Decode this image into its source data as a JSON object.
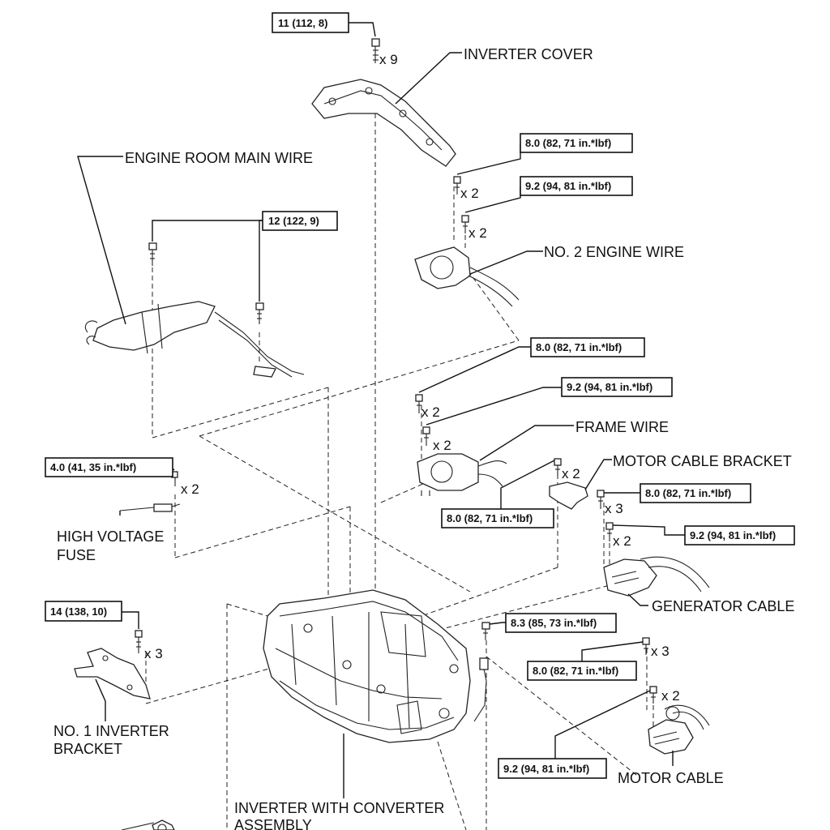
{
  "torque_specs": {
    "t1": "11 (112, 8)",
    "t2": "8.0 (82, 71 in.*lbf)",
    "t3": "9.2 (94, 81 in.*lbf)",
    "t4": "12 (122, 9)",
    "t5": "8.0 (82, 71 in.*lbf)",
    "t6": "9.2 (94, 81 in.*lbf)",
    "t7": "4.0 (41, 35 in.*lbf)",
    "t8": "8.0 (82, 71 in.*lbf)",
    "t9": "8.0 (82, 71 in.*lbf)",
    "t10": "9.2 (94, 81 in.*lbf)",
    "t11": "14 (138, 10)",
    "t12": "8.3 (85, 73 in.*lbf)",
    "t13": "8.0 (82, 71 in.*lbf)",
    "t14": "9.2 (94, 81 in.*lbf)"
  },
  "quantities": {
    "q1": "x 9",
    "q2": "x 2",
    "q3": "x 2",
    "q4": "x 2",
    "q5": "x 2",
    "q6": "x 2",
    "q7": "x 2",
    "q8": "x 3",
    "q9": "x 2",
    "q10": "x 3",
    "q11": "x 3",
    "q12": "x 2"
  },
  "parts": {
    "inverter_cover": "INVERTER COVER",
    "engine_room_main_wire": "ENGINE ROOM MAIN WIRE",
    "no2_engine_wire": "NO. 2 ENGINE WIRE",
    "frame_wire": "FRAME WIRE",
    "motor_cable_bracket": "MOTOR CABLE BRACKET",
    "hv_fuse_line1": "HIGH VOLTAGE",
    "hv_fuse_line2": "FUSE",
    "generator_cable": "GENERATOR CABLE",
    "no1_bracket_line1": "NO. 1 INVERTER",
    "no1_bracket_line2": "BRACKET",
    "motor_cable": "MOTOR CABLE",
    "inverter_assy_line1": "INVERTER WITH CONVERTER",
    "inverter_assy_line2": "ASSEMBLY"
  }
}
